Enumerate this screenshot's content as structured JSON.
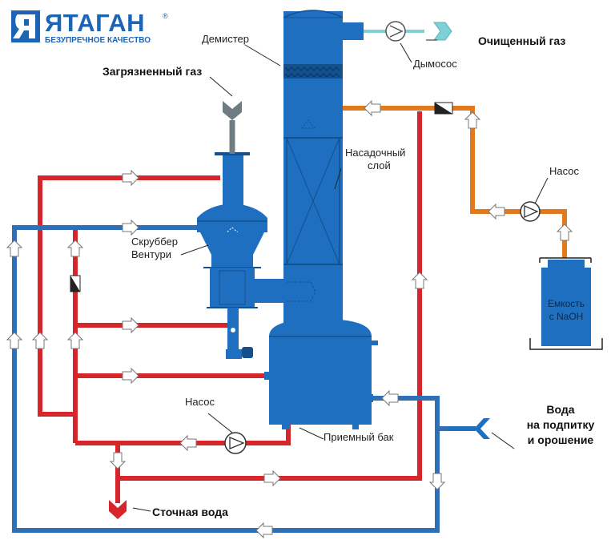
{
  "logo": {
    "brand": "ЯТАГАН",
    "registered": "®",
    "slogan": "БЕЗУПРЕЧНОЕ КАЧЕСТВО"
  },
  "labels": {
    "demister": "Демистер",
    "dirty_gas": "Загрязненный газ",
    "clean_gas": "Очищенный газ",
    "fan": "Дымосос",
    "packed_layer_1": "Насадочный",
    "packed_layer_2": "слой",
    "pump_top": "Насос",
    "tank_line1": "Емкость",
    "tank_line2": "с NaOH",
    "venturi_line1": "Скруббер",
    "venturi_line2": "Вентури",
    "pump_bottom": "Насос",
    "receiving_tank": "Приемный бак",
    "water_line1": "Вода",
    "water_line2": "на подпитку",
    "water_line3": "и орошение",
    "waste_water": "Сточная вода"
  },
  "colors": {
    "equipment": "#1f6fc1",
    "equipment_dark": "#13508e",
    "red_line": "#d7262b",
    "blue_line": "#2f6fb5",
    "orange_line": "#e07a1d",
    "gas_connector": "#6f7c84",
    "clean_connector": "#7fcfd6",
    "water_connector": "#1f6fc1"
  }
}
